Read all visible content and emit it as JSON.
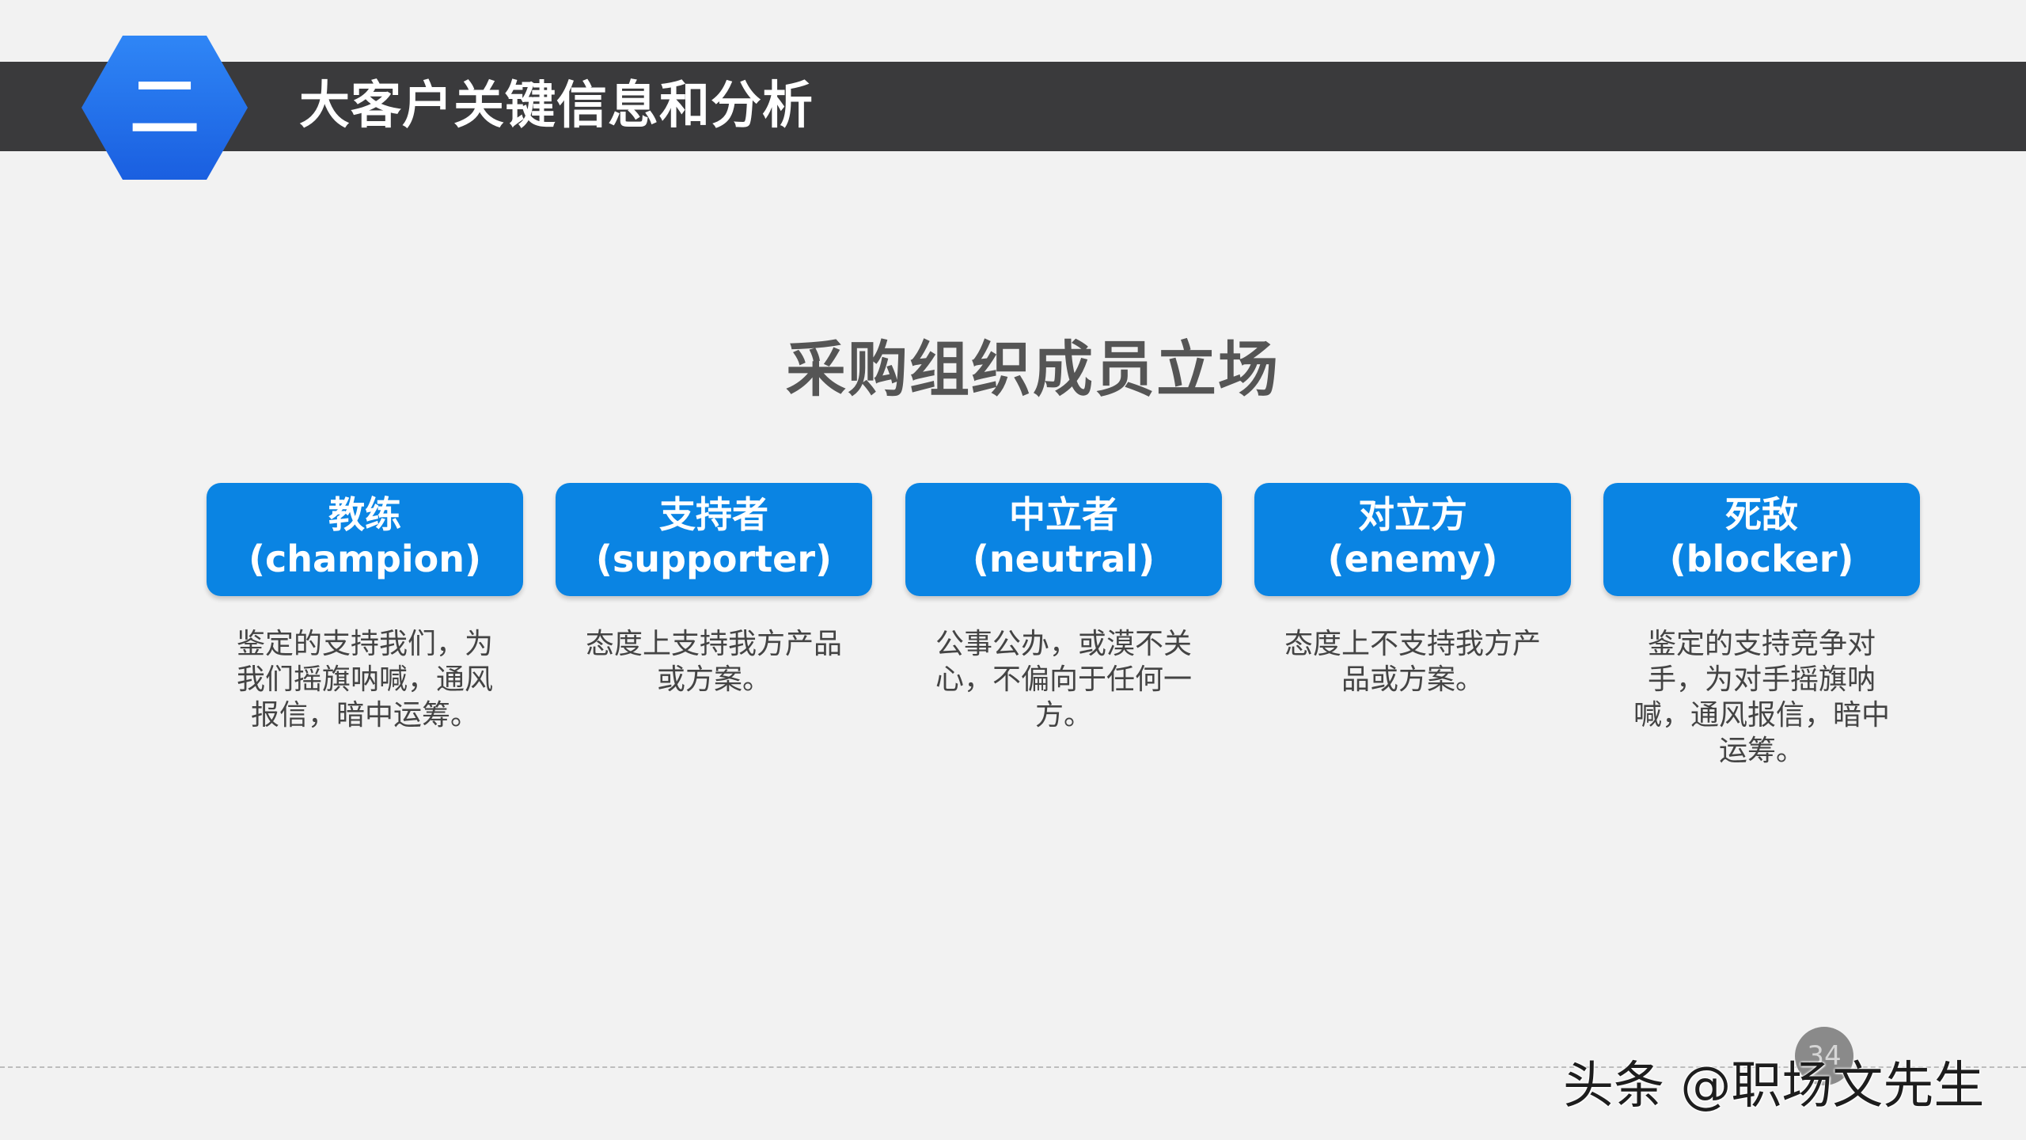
{
  "header": {
    "section_number": "二",
    "title": "大客户关键信息和分析"
  },
  "main": {
    "heading": "采购组织成员立场",
    "stances": [
      {
        "name": "教练",
        "english": "(champion)",
        "description": "鉴定的支持我们，为我们摇旗呐喊，通风报信，暗中运筹。"
      },
      {
        "name": "支持者",
        "english": "(supporter)",
        "description": "态度上支持我方产品或方案。"
      },
      {
        "name": "中立者",
        "english": "(neutral)",
        "description": "公事公办，或漠不关心，不偏向于任何一方。"
      },
      {
        "name": "对立方",
        "english": "(enemy)",
        "description": "态度上不支持我方产品或方案。"
      },
      {
        "name": "死敌",
        "english": "(blocker)",
        "description": "鉴定的支持竞争对手，为对手摇旗呐喊，通风报信，暗中运筹。"
      }
    ]
  },
  "footer": {
    "page_number": "34",
    "watermark": "头条 @职场文先生"
  },
  "colors": {
    "header_bar": "#3a3a3c",
    "hex_badge_top": "#2f86f6",
    "hex_badge_bottom": "#1a5fe0",
    "stance_box": "#0a84e3",
    "background": "#f2f2f2"
  }
}
